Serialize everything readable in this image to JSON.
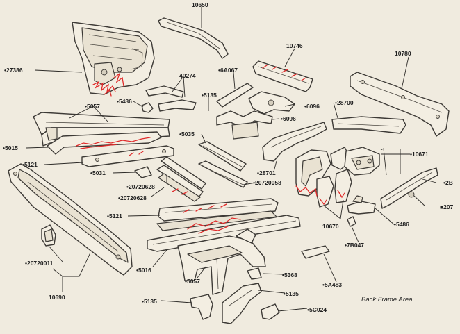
{
  "caption": "Back Frame Area",
  "accent_colors": {
    "rust_marks": "#e02b2b",
    "line_art": "#3d3a36",
    "paper": "#f0ebdf"
  },
  "labels": [
    {
      "id": "10650",
      "text": "10650"
    },
    {
      "id": "27386",
      "text": "•27386"
    },
    {
      "id": "10746",
      "text": "10746"
    },
    {
      "id": "10780",
      "text": "10780"
    },
    {
      "id": "6A067",
      "text": "•6A067"
    },
    {
      "id": "40274",
      "text": "40274"
    },
    {
      "id": "5135-top",
      "text": "•5135"
    },
    {
      "id": "6096-a",
      "text": "•6096"
    },
    {
      "id": "6096-b",
      "text": "•6096"
    },
    {
      "id": "28700",
      "text": "•28700"
    },
    {
      "id": "5057-top",
      "text": "•5057"
    },
    {
      "id": "5486-top",
      "text": "•5486"
    },
    {
      "id": "5035",
      "text": "•5035"
    },
    {
      "id": "5015",
      "text": "•5015"
    },
    {
      "id": "5121-left",
      "text": "•5121"
    },
    {
      "id": "5031",
      "text": "•5031"
    },
    {
      "id": "20720628-a",
      "text": "•20720628"
    },
    {
      "id": "20720628-b",
      "text": "•20720628"
    },
    {
      "id": "20720058",
      "text": "•20720058"
    },
    {
      "id": "28701",
      "text": "•28701"
    },
    {
      "id": "10671",
      "text": "•10671"
    },
    {
      "id": "2B",
      "text": "•2B"
    },
    {
      "id": "207",
      "text": "■207"
    },
    {
      "id": "5121-mid",
      "text": "•5121"
    },
    {
      "id": "10670",
      "text": "10670"
    },
    {
      "id": "5486-right",
      "text": "•5486"
    },
    {
      "id": "7B047",
      "text": "•7B047"
    },
    {
      "id": "20720011",
      "text": "•20720011"
    },
    {
      "id": "5016",
      "text": "•5016"
    },
    {
      "id": "5057-bottom",
      "text": "•5057"
    },
    {
      "id": "5368",
      "text": "•5368"
    },
    {
      "id": "5A483",
      "text": "•5A483"
    },
    {
      "id": "10690",
      "text": "10690"
    },
    {
      "id": "5135-left",
      "text": "•5135"
    },
    {
      "id": "5135-bottom",
      "text": "•5135"
    },
    {
      "id": "5C024",
      "text": "•5C024"
    }
  ]
}
